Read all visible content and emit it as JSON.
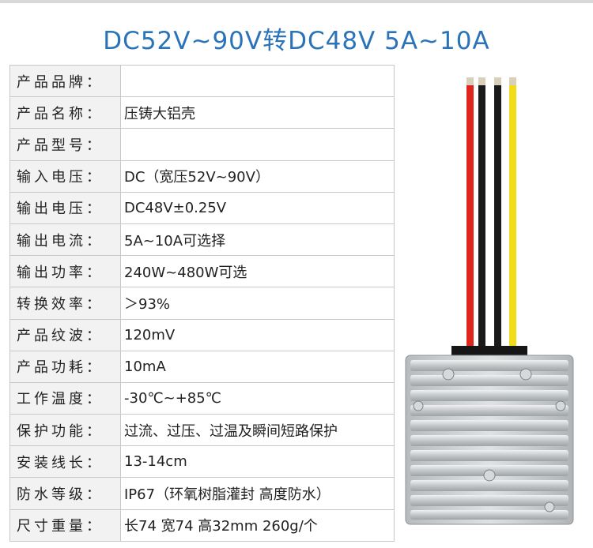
{
  "title": "DC52V~90V转DC48V  5A~10A",
  "rows": [
    {
      "label": "产品品牌：",
      "value": ""
    },
    {
      "label": "产品名称：",
      "value": "压铸大铝壳"
    },
    {
      "label": "产品型号：",
      "value": ""
    },
    {
      "label": "输入电压：",
      "value": "DC（宽压52V~90V）"
    },
    {
      "label": "输出电压：",
      "value": "DC48V±0.25V"
    },
    {
      "label": "输出电流：",
      "value": "5A~10A可选择"
    },
    {
      "label": "输出功率：",
      "value": "240W~480W可选"
    },
    {
      "label": "转换效率：",
      "value": "＞93%"
    },
    {
      "label": "产品纹波：",
      "value": "120mV"
    },
    {
      "label": "产品功耗：",
      "value": "10mA"
    },
    {
      "label": "工作温度：",
      "value": "-30℃~+85℃"
    },
    {
      "label": "保护功能：",
      "value": "过流、过压、过温及瞬间短路保护"
    },
    {
      "label": "安装线长：",
      "value": "13-14cm"
    },
    {
      "label": "防水等级：",
      "value": "IP67（环氧树脂灌封 高度防水）"
    },
    {
      "label": "尺寸重量：",
      "value": "长74 宽74 高32mm    260g/个"
    }
  ],
  "colors": {
    "title": "#2b73b8",
    "wire_red": "#e0261c",
    "wire_black": "#1a1a1a",
    "wire_yellow": "#f2dc1a",
    "housing": "#c9ccce"
  }
}
